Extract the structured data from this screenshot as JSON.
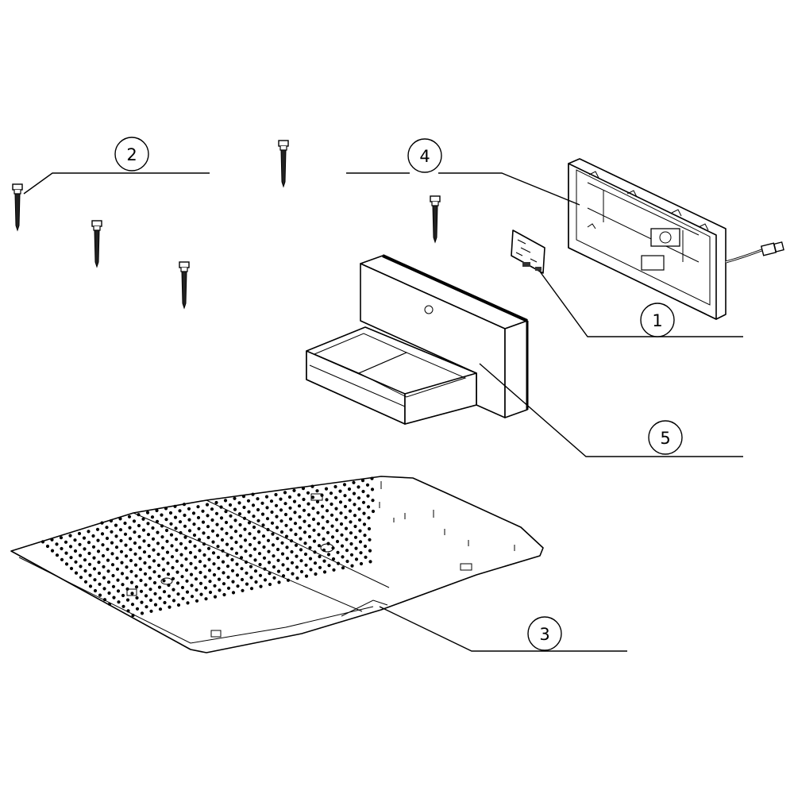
{
  "callouts": [
    {
      "id": "1",
      "label": "1"
    },
    {
      "id": "2",
      "label": "2"
    },
    {
      "id": "3",
      "label": "3"
    },
    {
      "id": "4",
      "label": "4"
    },
    {
      "id": "5",
      "label": "5"
    }
  ],
  "parts": [
    {
      "callout": "1",
      "icon": "circuit-board-icon"
    },
    {
      "callout": "2",
      "icon": "ground-peg-icon"
    },
    {
      "callout": "3",
      "icon": "base-plate-icon"
    },
    {
      "callout": "4",
      "icon": "rear-panel-icon"
    },
    {
      "callout": "5",
      "icon": "top-cover-icon"
    }
  ],
  "colors": {
    "line": "#000000",
    "background": "#ffffff",
    "fill": "#ffffff"
  }
}
